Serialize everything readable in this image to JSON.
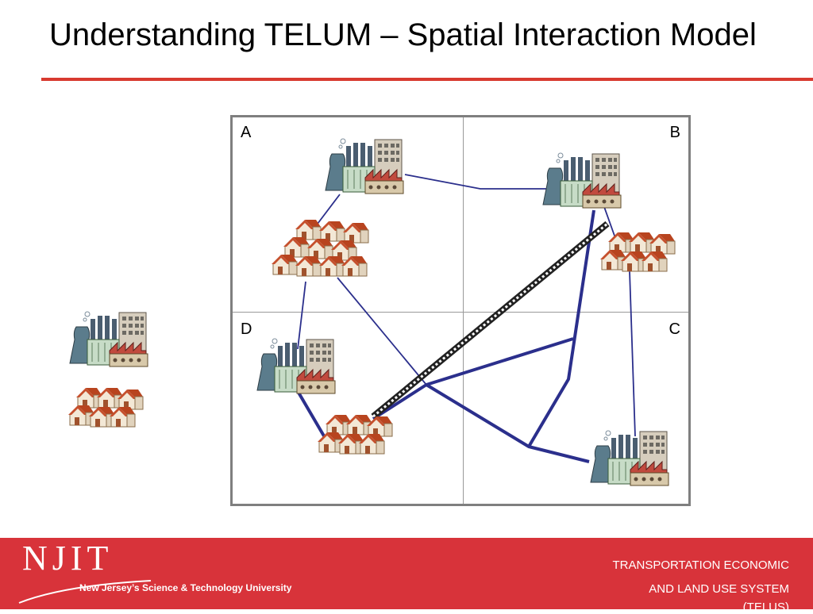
{
  "slide": {
    "title": "Understanding TELUM – Spatial Interaction Model"
  },
  "diagram": {
    "quadrants": [
      "A",
      "B",
      "C",
      "D"
    ]
  },
  "footer": {
    "logo": "NJIT",
    "tagline": "New Jersey’s Science & Technology University",
    "line1": "TRANSPORTATION ECONOMIC",
    "line2": "AND LAND USE SYSTEM",
    "line3": "(TELUS)"
  },
  "colors": {
    "accent": "#d83a2f",
    "footer_bg": "#d8333a",
    "link": "#2b2f8c",
    "grid": "#7f7f7f"
  }
}
